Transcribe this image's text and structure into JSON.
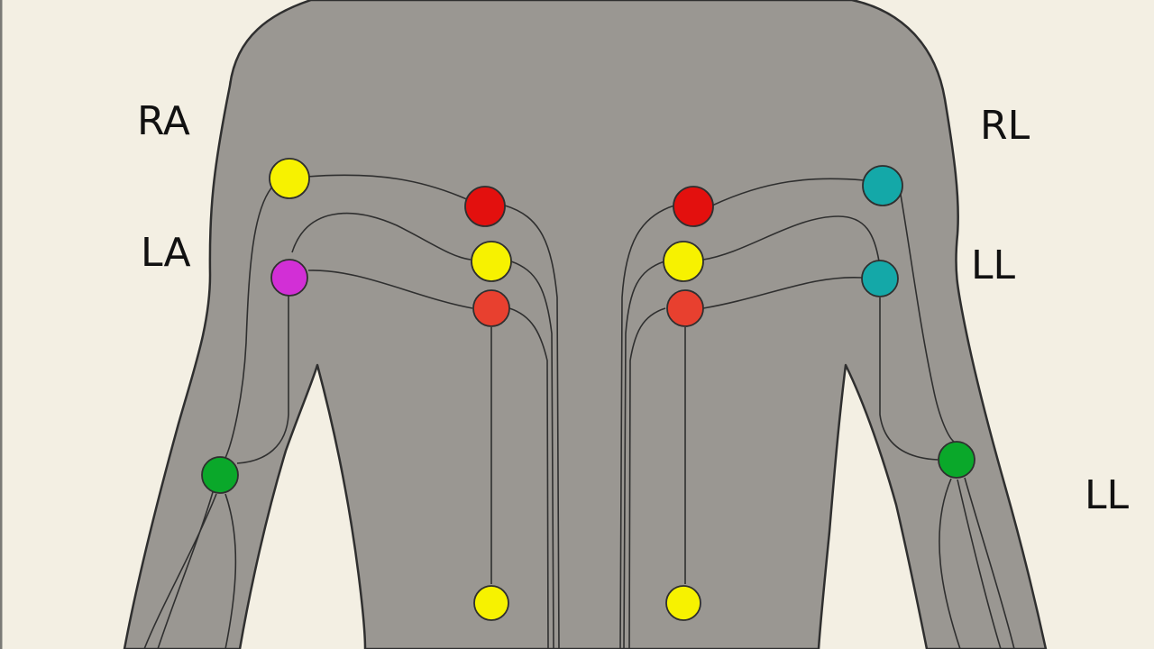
{
  "colors": {
    "background": "#f3efe3",
    "body_fill": "#9a9792",
    "outline": "#2f2f2f",
    "lead_wire": "#2f2f2f",
    "left_border": "#7a7a76"
  },
  "labels": {
    "ra": "RA",
    "la": "LA",
    "rl": "RL",
    "ll_upper": "LL",
    "ll_lower": "LL"
  },
  "electrodes": [
    {
      "name": "electrode-right-shoulder",
      "color": "#f7f200"
    },
    {
      "name": "electrode-right-upper-arm",
      "color": "#d22fd6"
    },
    {
      "name": "electrode-right-forearm",
      "color": "#0aa82a"
    },
    {
      "name": "electrode-chest-right-top",
      "color": "#e3100e"
    },
    {
      "name": "electrode-chest-right-middle",
      "color": "#f7f200"
    },
    {
      "name": "electrode-chest-right-lower",
      "color": "#e8402f"
    },
    {
      "name": "electrode-abdomen-right",
      "color": "#f7f200"
    },
    {
      "name": "electrode-chest-left-top",
      "color": "#e3100e"
    },
    {
      "name": "electrode-chest-left-middle",
      "color": "#f7f200"
    },
    {
      "name": "electrode-chest-left-lower",
      "color": "#e8402f"
    },
    {
      "name": "electrode-abdomen-left",
      "color": "#f7f200"
    },
    {
      "name": "electrode-left-shoulder",
      "color": "#14a8a8"
    },
    {
      "name": "electrode-left-upper-arm",
      "color": "#14a8a8"
    },
    {
      "name": "electrode-left-forearm",
      "color": "#0aa82a"
    }
  ]
}
